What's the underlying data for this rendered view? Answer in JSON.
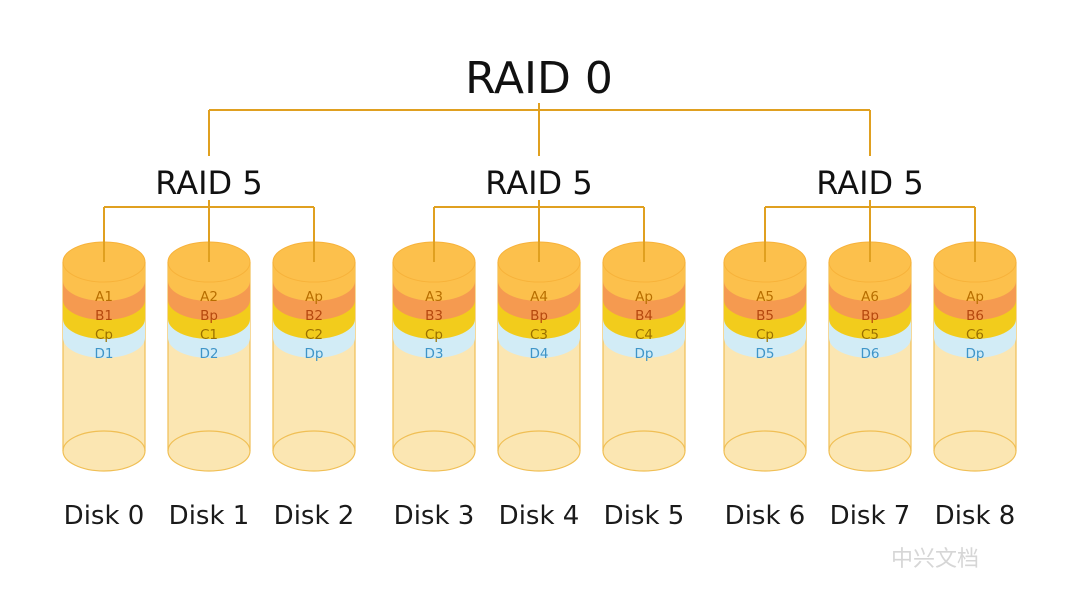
{
  "title": "RAID 0",
  "watermark": "中兴文档",
  "colors": {
    "connector": "#e0a020",
    "disk_body": "#fbe6b2",
    "disk_edge": "#f0bf55",
    "row_a": "#fcc04c",
    "row_b": "#f59a50",
    "row_c": "#f2cc1c",
    "row_d": "#d2ecf6",
    "text_a": "#b86e00",
    "text_b": "#b5480e",
    "text_c": "#9b7000",
    "text_d": "#3f95c8"
  },
  "groups": [
    {
      "label": "RAID 5",
      "disks": [
        {
          "name": "Disk 0",
          "rows": [
            "A1",
            "B1",
            "Cp",
            "D1"
          ]
        },
        {
          "name": "Disk 1",
          "rows": [
            "A2",
            "Bp",
            "C1",
            "D2"
          ]
        },
        {
          "name": "Disk 2",
          "rows": [
            "Ap",
            "B2",
            "C2",
            "Dp"
          ]
        }
      ]
    },
    {
      "label": "RAID 5",
      "disks": [
        {
          "name": "Disk 3",
          "rows": [
            "A3",
            "B3",
            "Cp",
            "D3"
          ]
        },
        {
          "name": "Disk 4",
          "rows": [
            "A4",
            "Bp",
            "C3",
            "D4"
          ]
        },
        {
          "name": "Disk 5",
          "rows": [
            "Ap",
            "B4",
            "C4",
            "Dp"
          ]
        }
      ]
    },
    {
      "label": "RAID 5",
      "disks": [
        {
          "name": "Disk 6",
          "rows": [
            "A5",
            "B5",
            "Cp",
            "D5"
          ]
        },
        {
          "name": "Disk 7",
          "rows": [
            "A6",
            "Bp",
            "C5",
            "D6"
          ]
        },
        {
          "name": "Disk 8",
          "rows": [
            "Ap",
            "B6",
            "C6",
            "Dp"
          ]
        }
      ]
    }
  ]
}
